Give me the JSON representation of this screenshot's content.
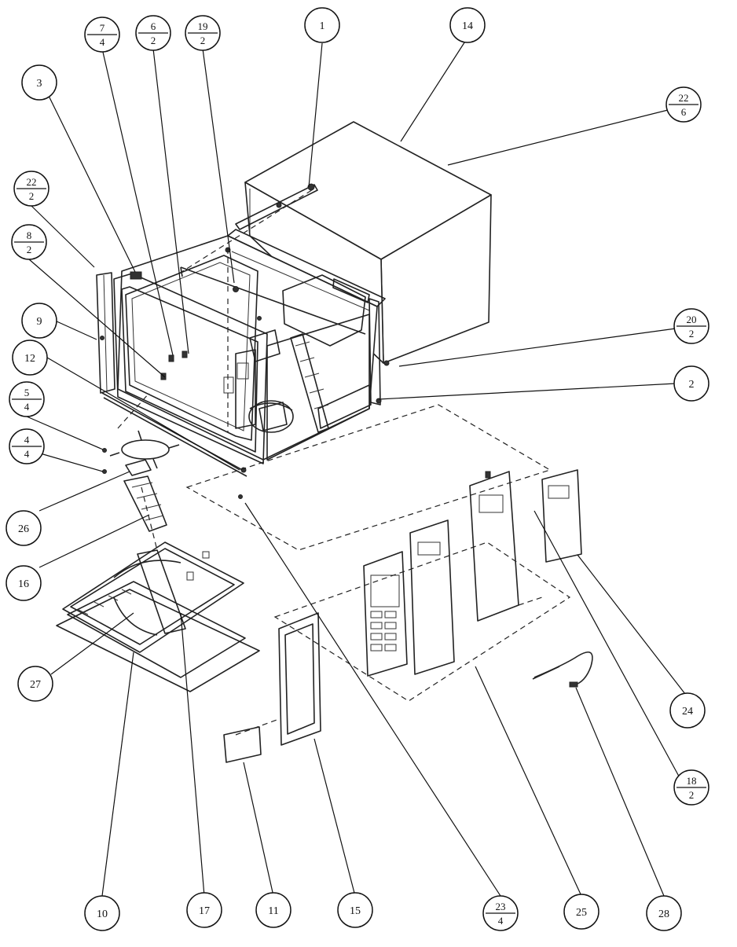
{
  "callouts": [
    {
      "id": "c1",
      "num": "1"
    },
    {
      "id": "c2",
      "num": "2"
    },
    {
      "id": "c3",
      "num": "3"
    },
    {
      "id": "c4-4",
      "num": "4",
      "den": "4"
    },
    {
      "id": "c5-4",
      "num": "5",
      "den": "4"
    },
    {
      "id": "c6-2",
      "num": "6",
      "den": "2"
    },
    {
      "id": "c7-4",
      "num": "7",
      "den": "4"
    },
    {
      "id": "c8-2",
      "num": "8",
      "den": "2"
    },
    {
      "id": "c9",
      "num": "9"
    },
    {
      "id": "c10",
      "num": "10"
    },
    {
      "id": "c11",
      "num": "11"
    },
    {
      "id": "c12",
      "num": "12"
    },
    {
      "id": "c14",
      "num": "14"
    },
    {
      "id": "c15",
      "num": "15"
    },
    {
      "id": "c16",
      "num": "16"
    },
    {
      "id": "c17",
      "num": "17"
    },
    {
      "id": "c18-2",
      "num": "18",
      "den": "2"
    },
    {
      "id": "c19-2",
      "num": "19",
      "den": "2"
    },
    {
      "id": "c20-2",
      "num": "20",
      "den": "2"
    },
    {
      "id": "c22-2",
      "num": "22",
      "den": "2"
    },
    {
      "id": "c22-6",
      "num": "22",
      "den": "6"
    },
    {
      "id": "c23-4",
      "num": "23",
      "den": "4"
    },
    {
      "id": "c24",
      "num": "24"
    },
    {
      "id": "c25",
      "num": "25"
    },
    {
      "id": "c26",
      "num": "26"
    },
    {
      "id": "c27",
      "num": "27"
    },
    {
      "id": "c28",
      "num": "28"
    }
  ]
}
